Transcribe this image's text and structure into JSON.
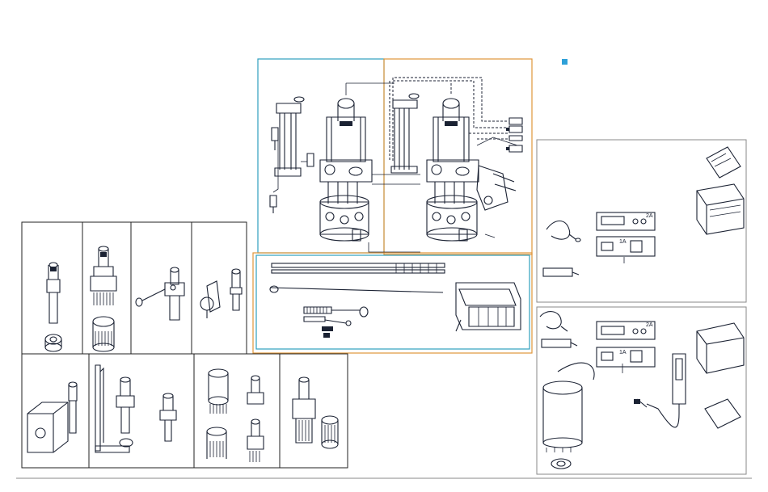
{
  "colors": {
    "teal_frame": "#2e9fbf",
    "orange_frame": "#e0953a",
    "accent_square": "#2ea0d8",
    "ink": "#1b2233",
    "grey_frame": "#8a8a8a"
  },
  "labels": {
    "top_box_a": "2A",
    "top_box_b": "1A",
    "bottom_box_a": "2A",
    "bottom_box_b": "1A"
  }
}
